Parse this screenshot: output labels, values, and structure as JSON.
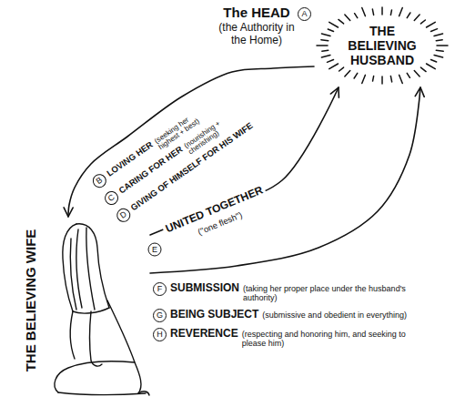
{
  "diagram": {
    "nodes": [
      {
        "text": [
          "THE BELIEVING HUSBAND"
        ]
      },
      {
        "text": [
          "THE BELIEVING WIFE"
        ]
      }
    ],
    "edges": [
      {
        "from": 0,
        "to": 1,
        "arrow": "to"
      },
      {
        "from": 1,
        "to": 0,
        "arrow": "to",
        "label": "UNITED TOGETHER"
      },
      {
        "from": 1,
        "to": 0,
        "arrow": "to"
      }
    ],
    "labels": [
      "A",
      "The HEAD",
      "(the Authority in the Home)",
      "B",
      "LOVING HER",
      "(seeking her highest + best)",
      "C",
      "CARING FOR HER",
      "(nourishing + cherishing)",
      "D",
      "GIVING OF HIMSELF FOR HIS WIFE",
      "E",
      "(\"one flesh\")",
      "F",
      "SUBMISSION",
      "(taking her proper place under the husband's authority)",
      "G",
      "BEING SUBJECT",
      "(submissive and obedient in everything)",
      "H",
      "REVERENCE",
      "(respecting and honoring him, and seeking to please him)"
    ]
  }
}
